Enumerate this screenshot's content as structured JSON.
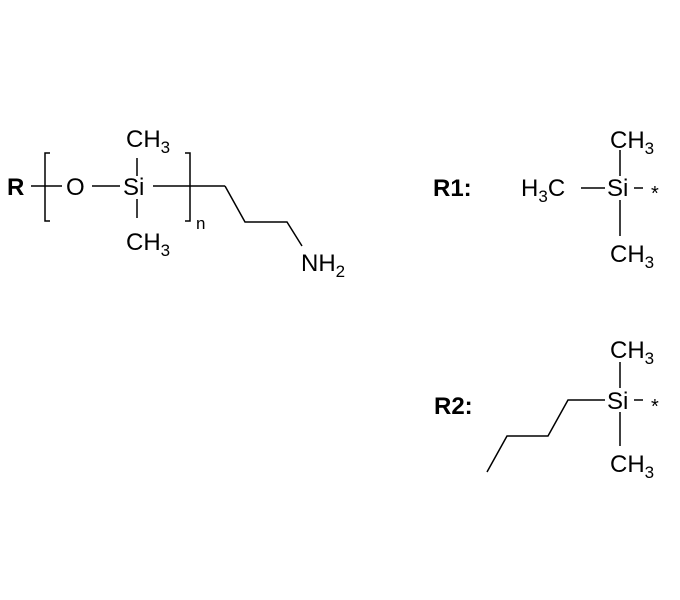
{
  "figure": {
    "main_structure": {
      "end_group_label": "R",
      "oxygen": "O",
      "silicon": "Si",
      "methyl_top": {
        "text": "CH",
        "sub": "3"
      },
      "methyl_bottom": {
        "text": "CH",
        "sub": "3"
      },
      "repeat_index": "n",
      "amine": {
        "text": "NH",
        "sub": "2"
      }
    },
    "r1": {
      "label": "R1:",
      "left_group": {
        "h": "H",
        "sub": "3",
        "c": "C"
      },
      "silicon": "Si",
      "attachment": "*",
      "methyl_top": {
        "text": "CH",
        "sub": "3"
      },
      "methyl_bottom": {
        "text": "CH",
        "sub": "3"
      }
    },
    "r2": {
      "label": "R2:",
      "silicon": "Si",
      "attachment": "*",
      "methyl_top": {
        "text": "CH",
        "sub": "3"
      },
      "methyl_bottom": {
        "text": "CH",
        "sub": "3"
      }
    }
  }
}
